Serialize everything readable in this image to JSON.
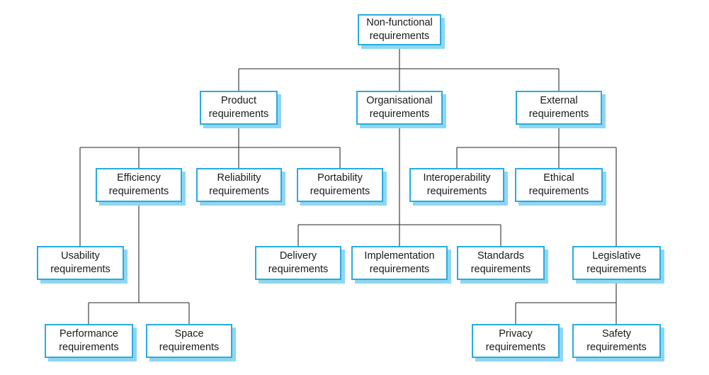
{
  "colors": {
    "background": "#ffffff",
    "box_fill": "#ffffff",
    "box_border": "#29abe2",
    "box_shadow": "#8fd6f2",
    "line": "#4f4f4f",
    "text": "#1a1a1a"
  },
  "nodes": {
    "non_functional": {
      "label": "Non-functional requirements"
    },
    "product": {
      "label": "Product requirements"
    },
    "organisational": {
      "label": "Organisational requirements"
    },
    "external": {
      "label": "External requirements"
    },
    "efficiency": {
      "label": "Efficiency requirements"
    },
    "reliability": {
      "label": "Reliability requirements"
    },
    "portability": {
      "label": "Portability requirements"
    },
    "interoperability": {
      "label": "Interoperability requirements"
    },
    "ethical": {
      "label": "Ethical requirements"
    },
    "usability": {
      "label": "Usability requirements"
    },
    "delivery": {
      "label": "Delivery requirements"
    },
    "implementation": {
      "label": "Implementation requirements"
    },
    "standards": {
      "label": "Standards requirements"
    },
    "legislative": {
      "label": "Legislative requirements"
    },
    "performance": {
      "label": "Performance requirements"
    },
    "space": {
      "label": "Space requirements"
    },
    "privacy": {
      "label": "Privacy requirements"
    },
    "safety": {
      "label": "Safety requirements"
    }
  },
  "hierarchy": {
    "Non-functional requirements": [
      "Product requirements",
      "Organisational requirements",
      "External requirements"
    ],
    "Product requirements": [
      "Usability requirements",
      "Efficiency requirements",
      "Reliability requirements",
      "Portability requirements"
    ],
    "Efficiency requirements": [
      "Performance requirements",
      "Space requirements"
    ],
    "Organisational requirements": [
      "Delivery requirements",
      "Implementation requirements",
      "Standards requirements"
    ],
    "External requirements": [
      "Interoperability requirements",
      "Ethical requirements",
      "Legislative requirements"
    ],
    "Legislative requirements": [
      "Privacy requirements",
      "Safety requirements"
    ]
  }
}
